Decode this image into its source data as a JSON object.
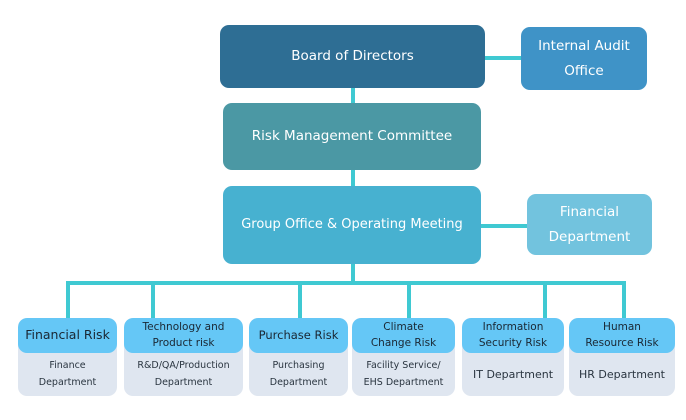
{
  "diagram": {
    "type": "org-chart",
    "colors": {
      "board": "#2e6e94",
      "internal_audit": "#3f93c7",
      "risk_committee": "#4b98a4",
      "group_office": "#47b1d0",
      "financial_department": "#72c3de",
      "connector": "#3fc9d2",
      "risk_header": "#65c7f6",
      "risk_body": "#dfe6f0"
    },
    "board": {
      "label": "Board of Directors"
    },
    "internal_audit": {
      "label": "Internal Audit\nOffice"
    },
    "risk_committee": {
      "label": "Risk Management Committee"
    },
    "group_office": {
      "label": "Group Office & Operating Meeting"
    },
    "financial_department": {
      "label": "Financial\nDepartment"
    },
    "risks": [
      {
        "risk": "Financial Risk",
        "department": "Finance\nDepartment"
      },
      {
        "risk": "Technology and\nProduct risk",
        "department": "R&D/QA/Production\nDepartment"
      },
      {
        "risk": "Purchase Risk",
        "department": "Purchasing\nDepartment"
      },
      {
        "risk": "Climate\nChange Risk",
        "department": "Facility Service/\nEHS Department"
      },
      {
        "risk": "Information\nSecurity Risk",
        "department": "IT Department"
      },
      {
        "risk": "Human\nResource Risk",
        "department": "HR Department"
      }
    ]
  }
}
